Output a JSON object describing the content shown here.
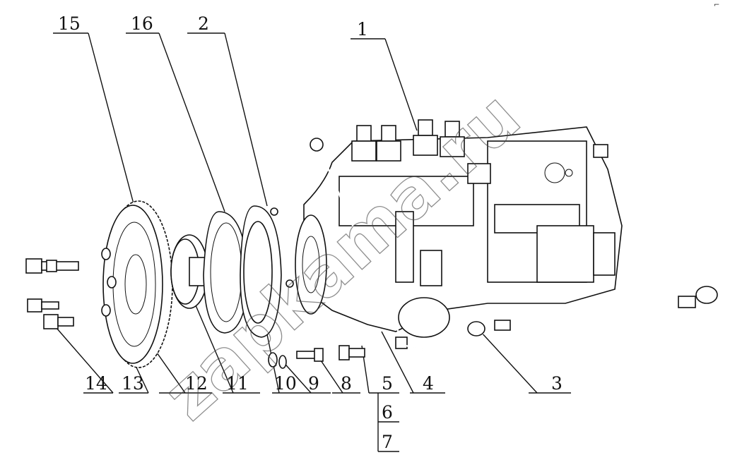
{
  "watermark": "zapkama.ru",
  "corner_mark": "⌐",
  "labels": {
    "p1": "1",
    "p2": "2",
    "p3": "3",
    "p4": "4",
    "p5": "5",
    "p6": "6",
    "p7": "7",
    "p8": "8",
    "p9": "9",
    "p10": "10",
    "p11": "11",
    "p12": "12",
    "p13": "13",
    "p14": "14",
    "p15": "15",
    "p16": "16"
  }
}
